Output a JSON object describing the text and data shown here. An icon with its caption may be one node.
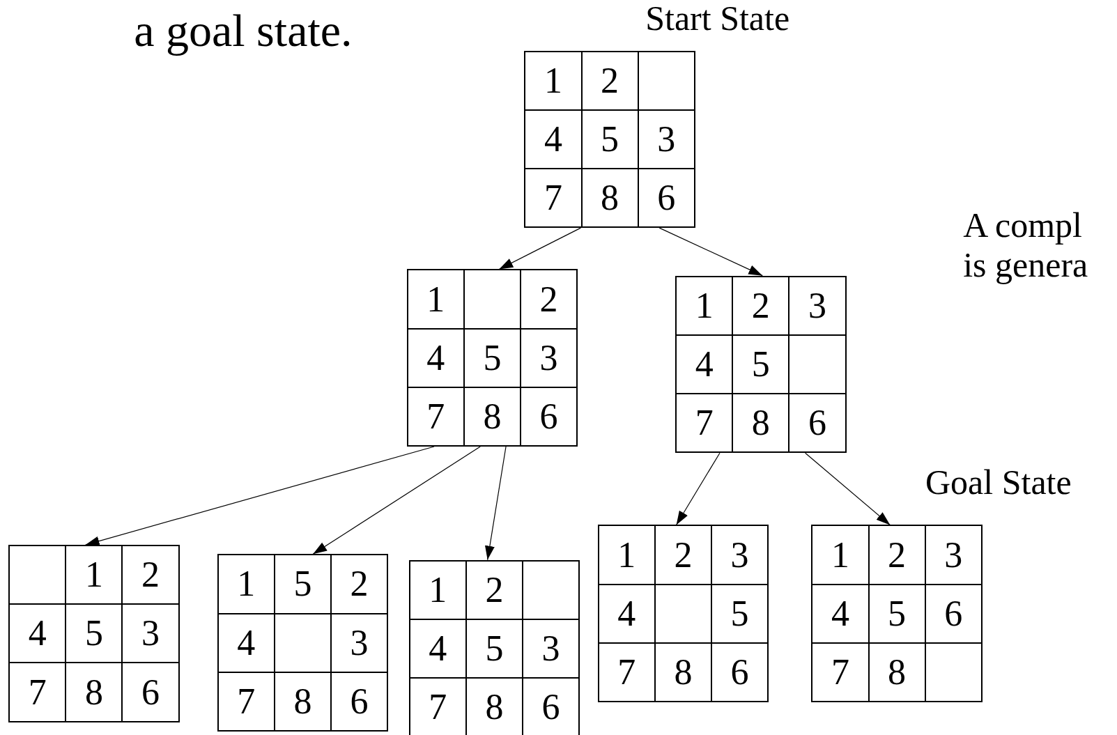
{
  "diagram": {
    "nodes": [
      {
        "text": [],
        "shape": "box",
        "beside": [
          "Start State"
        ]
      },
      {
        "text": [
          "1"
        ],
        "in": 0
      },
      {
        "text": [
          "2"
        ],
        "in": 0
      },
      {
        "text": [],
        "shape": "box",
        "in": 0
      },
      {
        "text": [
          "4"
        ],
        "in": 0
      },
      {
        "text": [
          "5"
        ],
        "in": 0
      },
      {
        "text": [
          "3"
        ],
        "in": 0
      },
      {
        "text": [
          "7"
        ],
        "in": 0
      },
      {
        "text": [
          "8"
        ],
        "in": 0
      },
      {
        "text": [
          "6"
        ],
        "in": 0
      },
      {
        "text": [],
        "shape": "box"
      },
      {
        "text": [
          "1"
        ],
        "in": 10
      },
      {
        "text": [],
        "shape": "box",
        "in": 10
      },
      {
        "text": [
          "2"
        ],
        "in": 10
      },
      {
        "text": [
          "4"
        ],
        "in": 10
      },
      {
        "text": [
          "5"
        ],
        "in": 10
      },
      {
        "text": [
          "3"
        ],
        "in": 10
      },
      {
        "text": [
          "7"
        ],
        "in": 10
      },
      {
        "text": [
          "8"
        ],
        "in": 10
      },
      {
        "text": [
          "6"
        ],
        "in": 10
      },
      {
        "text": [],
        "shape": "box"
      },
      {
        "text": [
          "1"
        ],
        "in": 20
      },
      {
        "text": [
          "2"
        ],
        "in": 20
      },
      {
        "text": [
          "3"
        ],
        "in": 20
      },
      {
        "text": [
          "4"
        ],
        "in": 20
      },
      {
        "text": [
          "5"
        ],
        "in": 20
      },
      {
        "text": [],
        "shape": "box",
        "in": 20
      },
      {
        "text": [
          "7"
        ],
        "in": 20
      },
      {
        "text": [
          "8"
        ],
        "in": 20
      },
      {
        "text": [
          "6"
        ],
        "in": 20
      },
      {
        "text": [],
        "shape": "box"
      },
      {
        "text": [],
        "shape": "box",
        "in": 30
      },
      {
        "text": [
          "1"
        ],
        "in": 30
      },
      {
        "text": [
          "2"
        ],
        "in": 30
      },
      {
        "text": [
          "4"
        ],
        "in": 30
      },
      {
        "text": [
          "5"
        ],
        "in": 30
      },
      {
        "text": [
          "3"
        ],
        "in": 30
      },
      {
        "text": [
          "7"
        ],
        "in": 30
      },
      {
        "text": [
          "8"
        ],
        "in": 30
      },
      {
        "text": [
          "6"
        ],
        "in": 30
      },
      {
        "text": [],
        "shape": "box"
      },
      {
        "text": [
          "1"
        ],
        "in": 40
      },
      {
        "text": [
          "5"
        ],
        "in": 40
      },
      {
        "text": [
          "2"
        ],
        "in": 40
      },
      {
        "text": [
          "4"
        ],
        "in": 40
      },
      {
        "text": [],
        "shape": "box",
        "in": 40
      },
      {
        "text": [
          "3"
        ],
        "in": 40
      },
      {
        "text": [
          "7"
        ],
        "in": 40
      },
      {
        "text": [
          "8"
        ],
        "in": 40
      },
      {
        "text": [
          "6"
        ],
        "in": 40
      },
      {
        "text": [],
        "shape": "box"
      },
      {
        "text": [
          "1"
        ],
        "in": 50
      },
      {
        "text": [
          "2"
        ],
        "in": 50
      },
      {
        "text": [],
        "shape": "box",
        "in": 50
      },
      {
        "text": [
          "4"
        ],
        "in": 50
      },
      {
        "text": [
          "5"
        ],
        "in": 50
      },
      {
        "text": [
          "3"
        ],
        "in": 50
      },
      {
        "text": [
          "7"
        ],
        "in": 50
      },
      {
        "text": [
          "8"
        ],
        "in": 50
      },
      {
        "text": [
          "6"
        ],
        "in": 50
      },
      {
        "text": [],
        "shape": "box"
      },
      {
        "text": [
          "1"
        ],
        "in": 60
      },
      {
        "text": [
          "2"
        ],
        "in": 60
      },
      {
        "text": [
          "3"
        ],
        "in": 60
      },
      {
        "text": [
          "4"
        ],
        "in": 60
      },
      {
        "text": [],
        "shape": "box",
        "in": 60
      },
      {
        "text": [
          "5"
        ],
        "in": 60
      },
      {
        "text": [
          "7"
        ],
        "in": 60
      },
      {
        "text": [
          "8"
        ],
        "in": 60
      },
      {
        "text": [
          "6"
        ],
        "in": 60
      },
      {
        "text": [],
        "shape": "box",
        "beside": [
          "Goal State"
        ]
      },
      {
        "text": [
          "1"
        ],
        "in": 70
      },
      {
        "text": [
          "2"
        ],
        "in": 70
      },
      {
        "text": [
          "3"
        ],
        "in": 70
      },
      {
        "text": [
          "4"
        ],
        "in": 70
      },
      {
        "text": [
          "5"
        ],
        "in": 70
      },
      {
        "text": [
          "6"
        ],
        "in": 70
      },
      {
        "text": [
          "7"
        ],
        "in": 70
      },
      {
        "text": [
          "8"
        ],
        "in": 70
      },
      {
        "text": [],
        "shape": "box",
        "in": 70
      }
    ],
    "edges": [
      {
        "from": 0,
        "to": 10,
        "arrow": "to"
      },
      {
        "from": 0,
        "to": 20,
        "arrow": "to"
      },
      {
        "from": 10,
        "to": 30,
        "arrow": "to"
      },
      {
        "from": 10,
        "to": 40,
        "arrow": "to"
      },
      {
        "from": 10,
        "to": 50,
        "arrow": "to"
      },
      {
        "from": 20,
        "to": 60,
        "arrow": "to"
      },
      {
        "from": 20,
        "to": 70,
        "arrow": "to"
      }
    ],
    "labels": [
      "a goal state.",
      "A compl",
      "is genera"
    ]
  }
}
